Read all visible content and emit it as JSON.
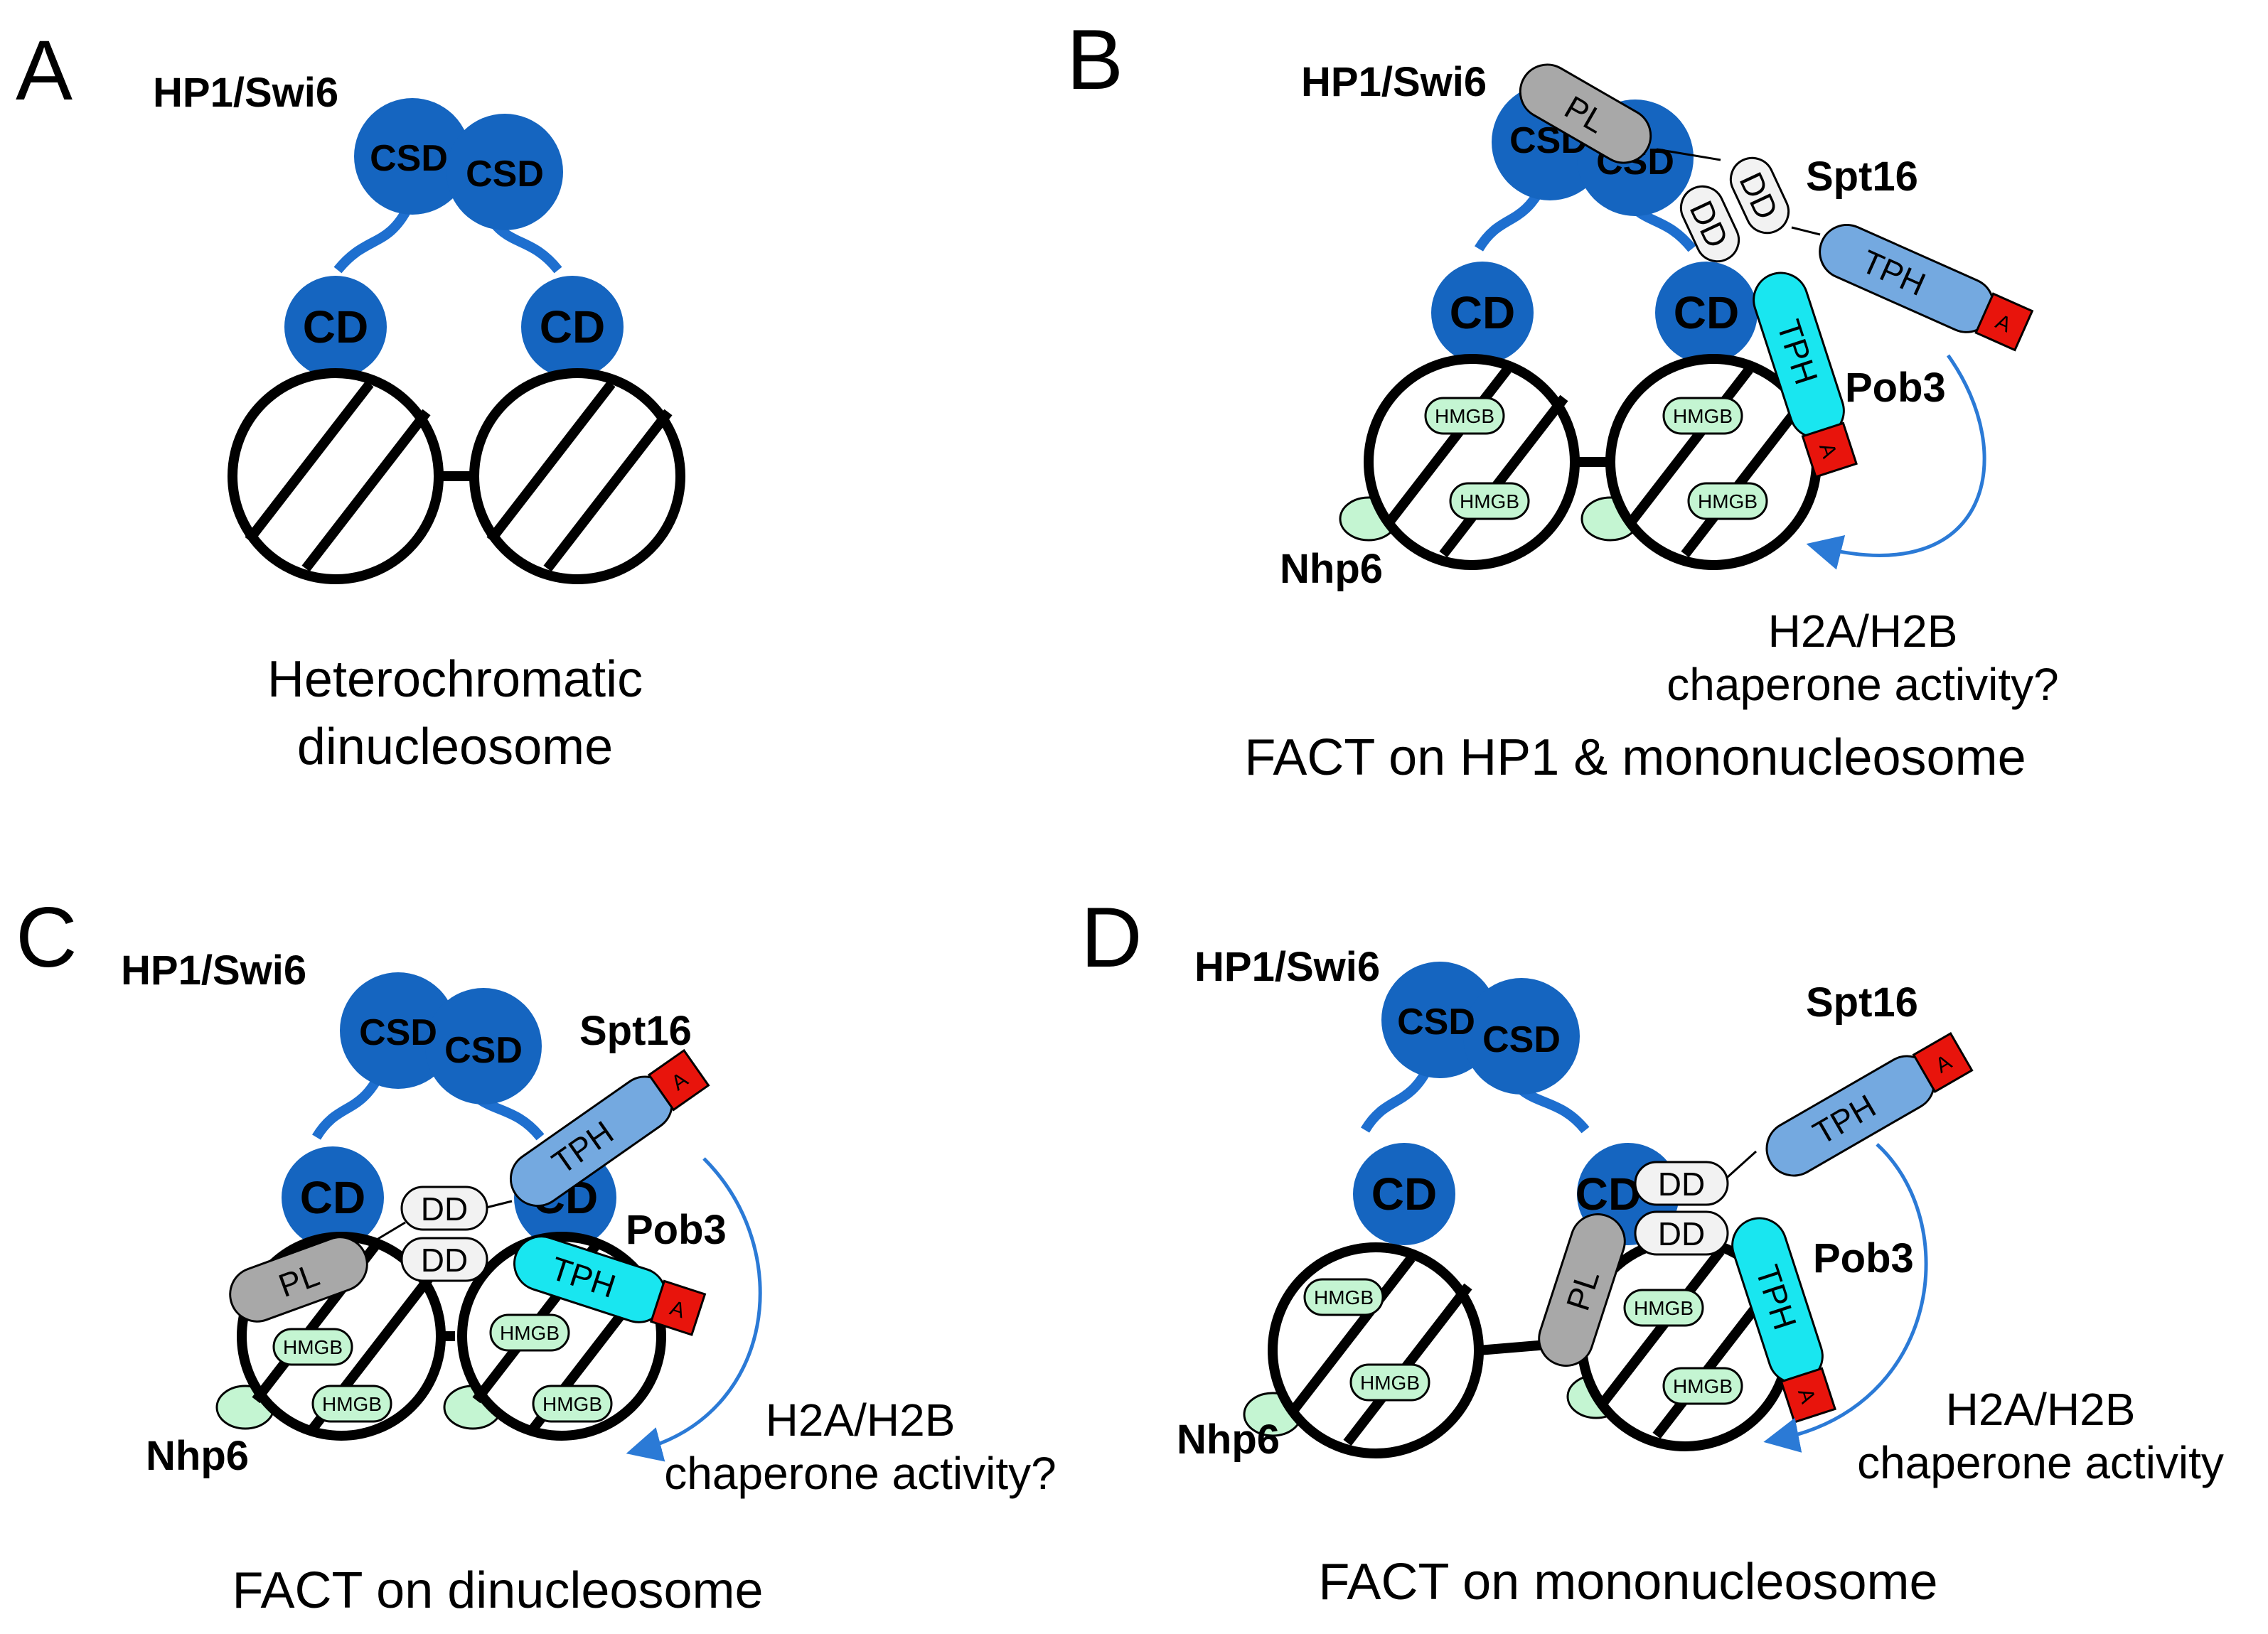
{
  "labels": {
    "hp1": "HP1/Swi6",
    "csd": "CSD",
    "cd": "CD",
    "spt16": "Spt16",
    "pob3": "Pob3",
    "nhp6": "Nhp6",
    "pl": "PL",
    "dd": "DD",
    "tph": "TPH",
    "acidic": "A",
    "hmgb": "HMGB"
  },
  "panels": {
    "A": {
      "letter": "A",
      "caption_line1": "Heterochromatic",
      "caption_line2": "dinucleosome"
    },
    "B": {
      "letter": "B",
      "caption": "FACT on HP1 & mononucleosome",
      "note_line1": "H2A/H2B",
      "note_line2": "chaperone activity?"
    },
    "C": {
      "letter": "C",
      "caption": "FACT on dinucleosome",
      "note_line1": "H2A/H2B",
      "note_line2": "chaperone activity?"
    },
    "D": {
      "letter": "D",
      "caption": "FACT on mononucleosome",
      "note_line1": "H2A/H2B",
      "note_line2": "chaperone activity"
    }
  },
  "colors": {
    "hp1_blue": "#1565c0",
    "hp1_link": "#1e6fcf",
    "spt16_tph": "#74a9e0",
    "pob3_tph": "#19e6f0",
    "acidic_red": "#e8140c",
    "pl_gray": "#a8a8a8",
    "dd_white": "#f2f2f2",
    "hmgb_green": "#c4f5d2",
    "arrow_blue": "#2b7ad6"
  }
}
